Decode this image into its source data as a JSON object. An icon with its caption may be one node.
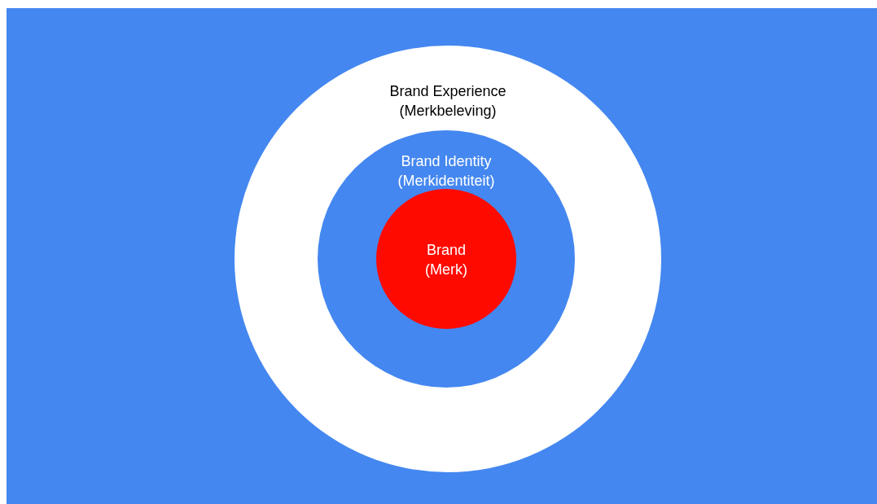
{
  "diagram": {
    "nodes": [
      {
        "text": [
          "Brand Experience (Merkbeleving)"
        ]
      },
      {
        "text": [
          "Brand Identity (Merkidentiteit)"
        ],
        "in": 0
      },
      {
        "text": [
          "Brand (Merk)"
        ],
        "in": 1
      }
    ]
  }
}
